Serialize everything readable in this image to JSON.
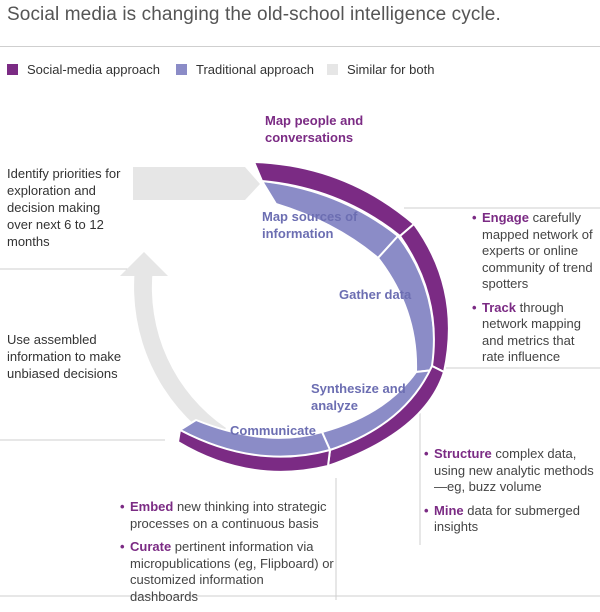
{
  "title": "Social media is changing the old-school intelligence cycle.",
  "legend": [
    {
      "label": "Social-media approach",
      "color": "#7b2b84"
    },
    {
      "label": "Traditional approach",
      "color": "#8b8cc7"
    },
    {
      "label": "Similar for both",
      "color": "#e6e6e6"
    }
  ],
  "left_notes": {
    "priorities": "Identify priorities for exploration and decision making over next 6 to 12 months",
    "decisions": "Use assembled information to make unbiased decisions"
  },
  "stages": {
    "map_people": "Map people and conversations",
    "map_sources": "Map sources of information",
    "gather": "Gather data",
    "synthesize": "Synthesize and analyze",
    "communicate": "Communicate"
  },
  "right_top_bullets": [
    {
      "bold": "Engage",
      "text": " carefully mapped network of experts or online community of trend spotters"
    },
    {
      "bold": "Track",
      "text": " through network mapping and metrics that rate influence"
    }
  ],
  "right_bottom_bullets": [
    {
      "bold": "Structure",
      "text": " complex data, using new analytic methods—eg, buzz volume"
    },
    {
      "bold": "Mine",
      "text": " data for submerged insights"
    }
  ],
  "bottom_bullets": [
    {
      "bold": "Embed",
      "text": " new thinking into strategic processes on a continuous basis"
    },
    {
      "bold": "Curate",
      "text": " pertinent information via micropublications (eg, Flipboard) or customized information dashboards"
    }
  ],
  "colors": {
    "social": "#7b2b84",
    "traditional": "#8b8cc7",
    "similar": "#e6e6e6",
    "guide": "#cfcfcf"
  }
}
